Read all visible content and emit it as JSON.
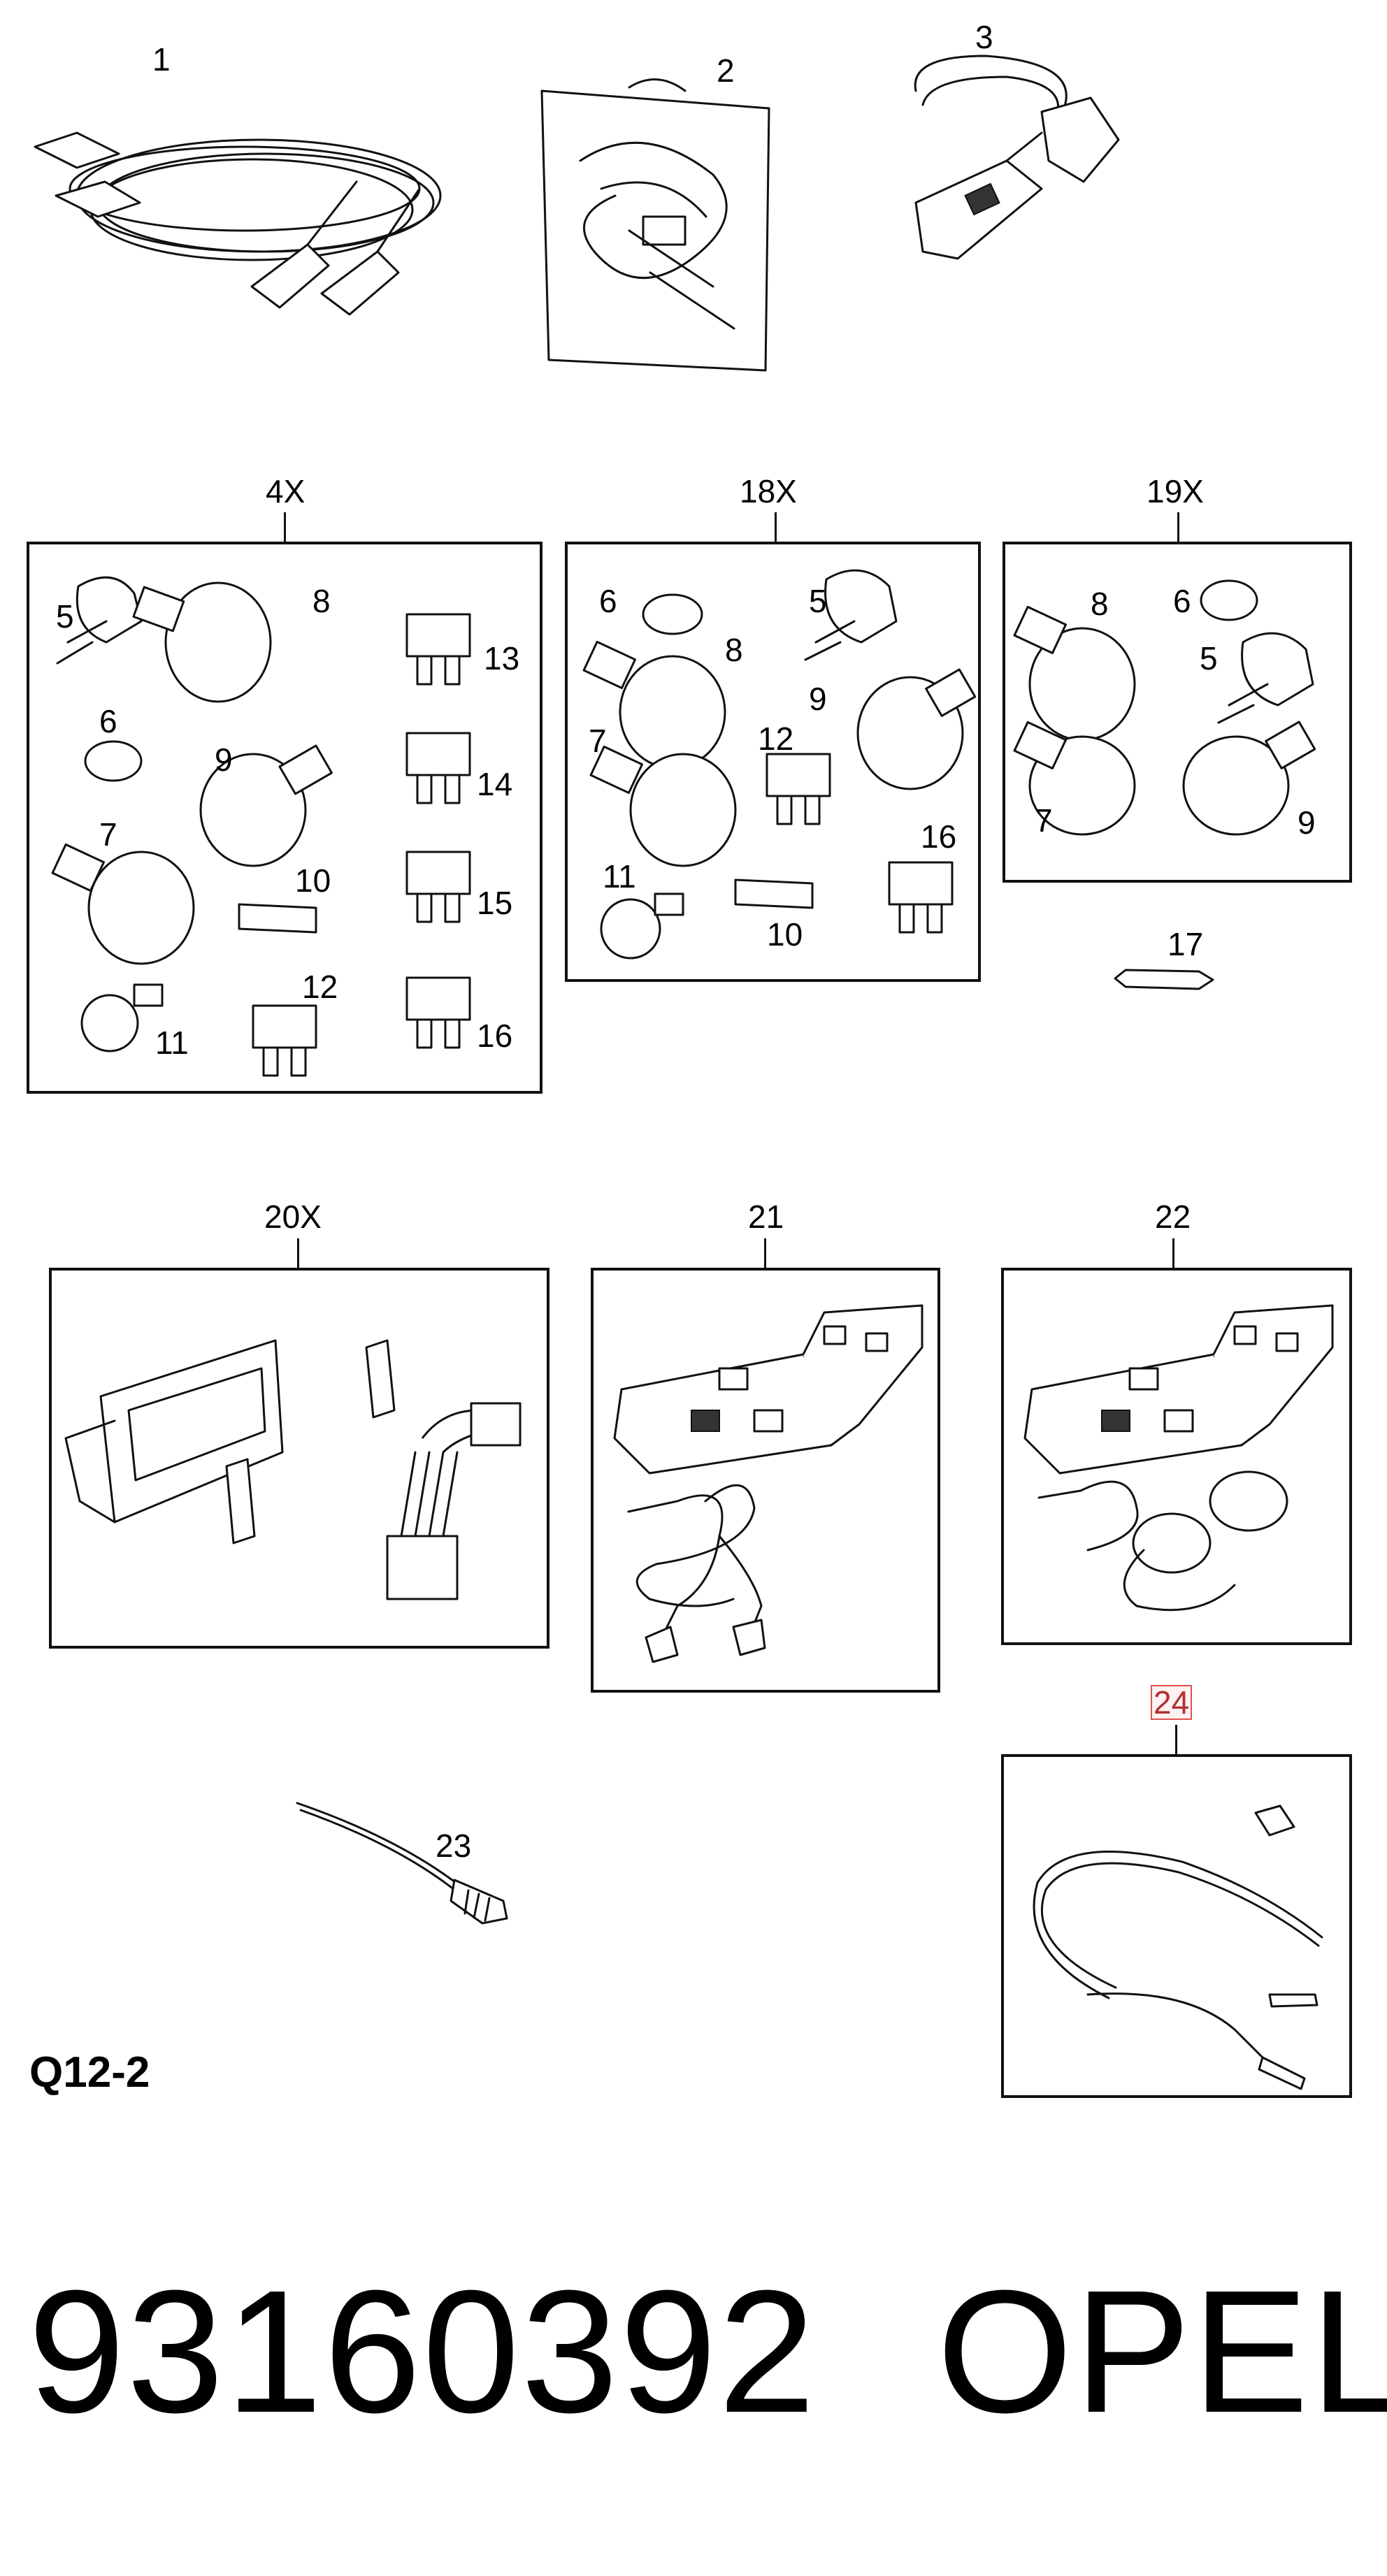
{
  "diagram": {
    "section_code": "Q12-2",
    "items": [
      {
        "label": "1"
      },
      {
        "label": "2"
      },
      {
        "label": "3"
      },
      {
        "label": "17"
      },
      {
        "label": "23"
      }
    ],
    "groups": {
      "g4x": {
        "label": "4X",
        "parts": [
          "5",
          "8",
          "13",
          "6",
          "9",
          "14",
          "7",
          "10",
          "15",
          "11",
          "12",
          "16"
        ]
      },
      "g18x": {
        "label": "18X",
        "parts": [
          "6",
          "5",
          "8",
          "7",
          "9",
          "12",
          "11",
          "16",
          "10"
        ]
      },
      "g19x": {
        "label": "19X",
        "parts": [
          "8",
          "6",
          "5",
          "7",
          "9"
        ]
      },
      "g20x": {
        "label": "20X"
      },
      "g21": {
        "label": "21"
      },
      "g22": {
        "label": "22"
      },
      "g24": {
        "label": "24",
        "highlighted": true
      }
    }
  },
  "footer": {
    "part_number": "93160392",
    "brand": "OPEL"
  }
}
